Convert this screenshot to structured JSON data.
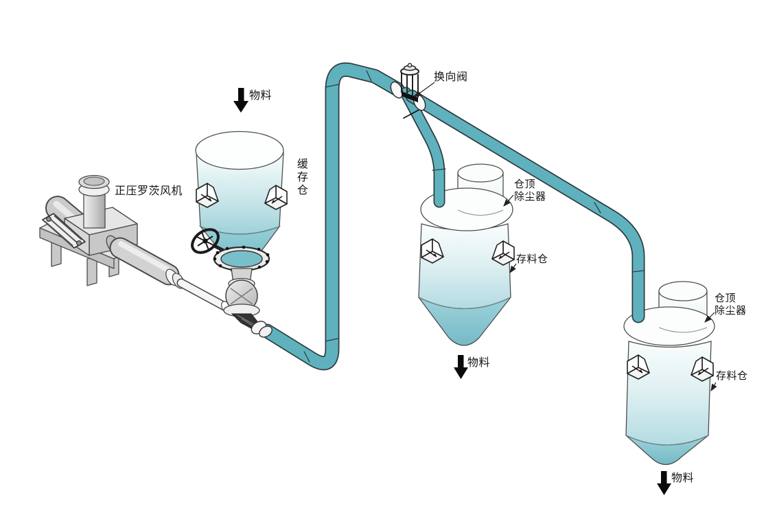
{
  "diagram": {
    "labels": {
      "material": "物料",
      "blower": "正压罗茨风机",
      "buffer_silo": "缓存仓",
      "diverter_valve": "换向阀",
      "silo_top_dust_collector": "仓顶\n除尘器",
      "storage_silo": "存料仓"
    },
    "colors": {
      "pipe": "#5FB2BD",
      "pipe_outline": "#2E3D42",
      "silo_light": "#F5FBFB",
      "silo_deep": "#74BAC6",
      "cone_deep": "#78BDC8",
      "metal_gray": "#D6D6D6",
      "outline": "#4A4A4A",
      "arrow": "#0A0A0A",
      "background": "#FFFFFF"
    }
  }
}
